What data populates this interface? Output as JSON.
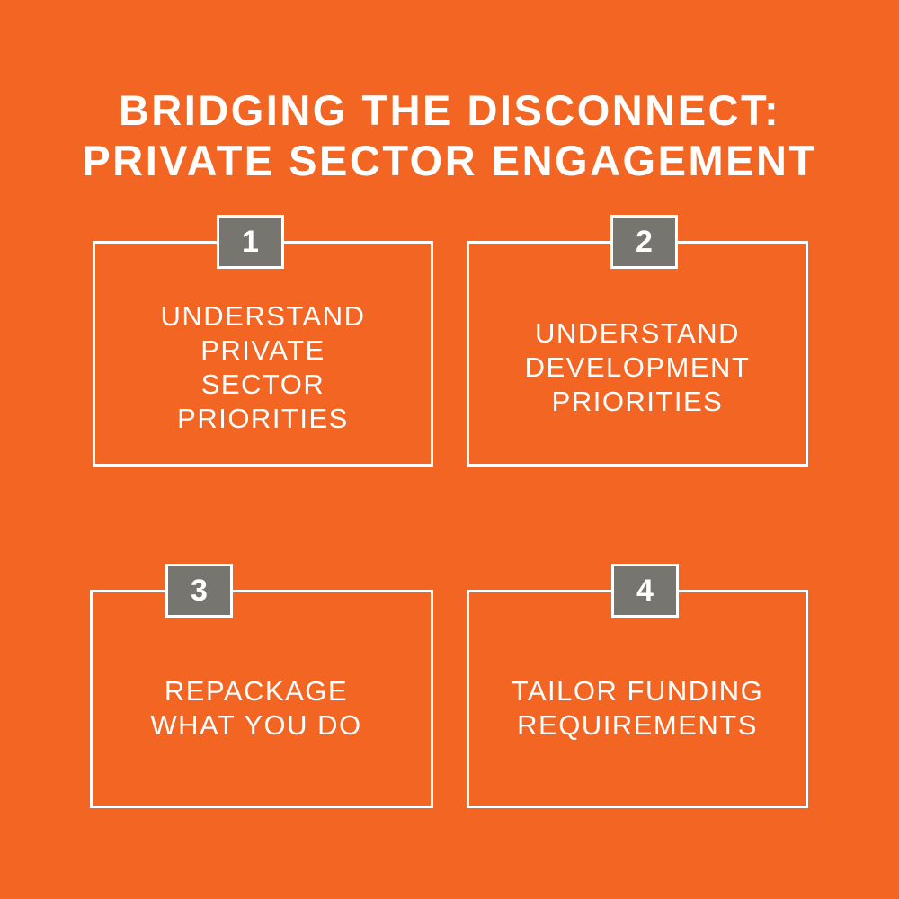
{
  "header": {
    "title_line1": "BRIDGING THE DISCONNECT:",
    "title_line2": "PRIVATE SECTOR ENGAGEMENT"
  },
  "colors": {
    "background": "#F26522",
    "badge": "#767570",
    "text": "#FFFFFF"
  },
  "steps": [
    {
      "number": "1",
      "lines": [
        "UNDERSTAND",
        "PRIVATE",
        "SECTOR",
        "PRIORITIES"
      ]
    },
    {
      "number": "2",
      "lines": [
        "UNDERSTAND",
        "DEVELOPMENT",
        "PRIORITIES"
      ]
    },
    {
      "number": "3",
      "lines": [
        "REPACKAGE",
        "WHAT YOU DO"
      ]
    },
    {
      "number": "4",
      "lines": [
        "TAILOR FUNDING",
        "REQUIREMENTS"
      ]
    }
  ]
}
